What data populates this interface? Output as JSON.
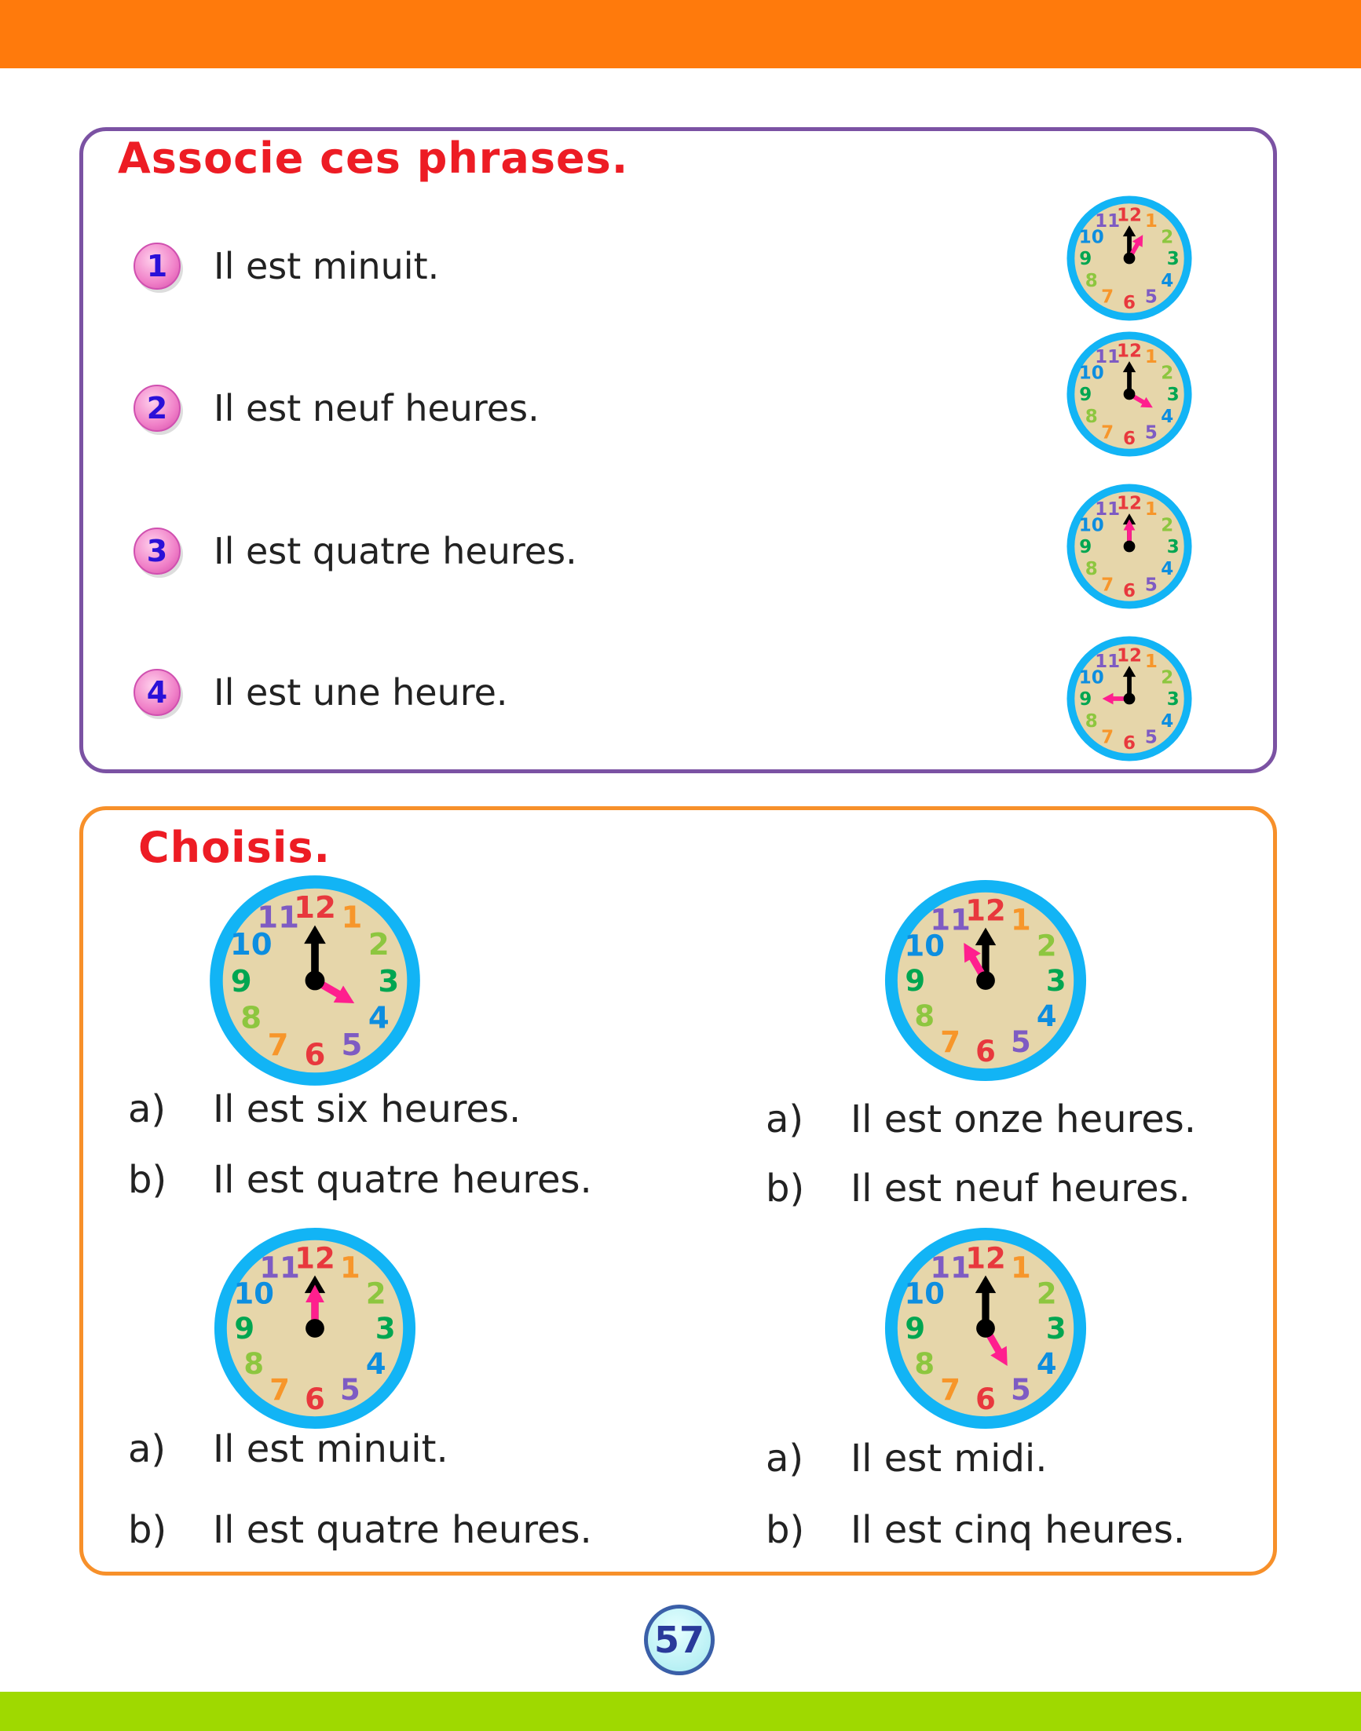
{
  "colors": {
    "top_bar": "#ff7a0c",
    "bottom_bar": "#9fd900",
    "box1_border": "#7b52a3",
    "box2_border": "#f7902a",
    "title": "#ed1c24",
    "clock_ring": "#12b4f5",
    "clock_face": "#e6d6aa",
    "hour_hand": "#ff1f8e"
  },
  "clock_numerals": [
    "12",
    "1",
    "2",
    "3",
    "4",
    "5",
    "6",
    "7",
    "8",
    "9",
    "10",
    "11"
  ],
  "associate": {
    "title": "Associe ces phrases.",
    "items": [
      {
        "number": "1",
        "text": "Il est minuit."
      },
      {
        "number": "2",
        "text": "Il est neuf heures."
      },
      {
        "number": "3",
        "text": "Il est quatre heures."
      },
      {
        "number": "4",
        "text": "Il est une heure."
      }
    ],
    "clocks": [
      {
        "hour": 1
      },
      {
        "hour": 4
      },
      {
        "hour": 12
      },
      {
        "hour": 9
      }
    ]
  },
  "choose": {
    "title": "Choisis.",
    "questions": [
      {
        "hour": 4,
        "options": [
          {
            "label": "a)",
            "text": "Il est six heures."
          },
          {
            "label": "b)",
            "text": "Il est quatre heures."
          }
        ]
      },
      {
        "hour": 11,
        "options": [
          {
            "label": "a)",
            "text": "Il est onze heures."
          },
          {
            "label": "b)",
            "text": "Il est neuf heures."
          }
        ]
      },
      {
        "hour": 12,
        "options": [
          {
            "label": "a)",
            "text": "Il est minuit."
          },
          {
            "label": "b)",
            "text": "Il est quatre heures."
          }
        ]
      },
      {
        "hour": 5,
        "options": [
          {
            "label": "a)",
            "text": "Il est midi."
          },
          {
            "label": "b)",
            "text": "Il est cinq heures."
          }
        ]
      }
    ]
  },
  "page_number": "57"
}
